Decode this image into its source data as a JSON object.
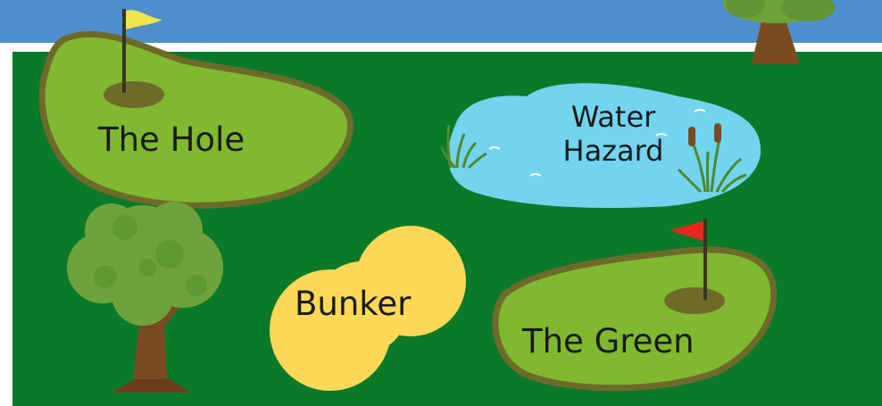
{
  "labels": {
    "hole": "The Hole",
    "water_line1": "Water",
    "water_line2": "Hazard",
    "bunker": "Bunker",
    "green": "The Green"
  },
  "colors": {
    "sky": "#4f8fcc",
    "fairway": "#0a7a2a",
    "green_fill": "#80b82f",
    "green_border": "#6e6a2a",
    "water": "#72d4ee",
    "sand": "#fcd856",
    "yellow_flag": "#f0e54a",
    "red_flag": "#e8261c",
    "tree_leaves": "#6da33a",
    "tree_trunk": "#7a4a22"
  },
  "icons": {
    "yellow_flag": "flag-icon",
    "red_flag": "flag-icon",
    "reeds": "reeds-icon",
    "tree": "tree-icon"
  }
}
